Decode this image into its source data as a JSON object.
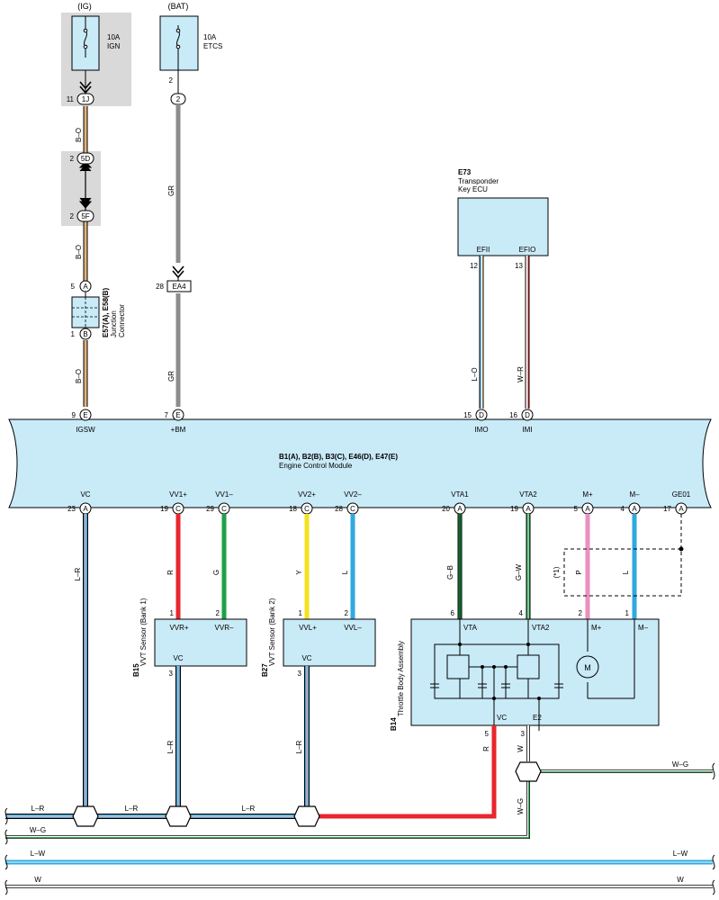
{
  "fuses": {
    "ig": {
      "source": "(IG)",
      "amp": "10A",
      "name": "IGN",
      "pin": "11",
      "conn": "1J"
    },
    "bat": {
      "source": "(BAT)",
      "amp": "10A",
      "name": "ETCS",
      "pin": "2",
      "conn": "2"
    }
  },
  "ig_path": {
    "c5d_pin": "2",
    "c5d": "5D",
    "c5f_pin": "2",
    "c5f": "5F",
    "wire1": "B–O",
    "wire2": "B–O",
    "wire3": "B–O",
    "jc_top_pin": "5",
    "jc_top": "A",
    "jc_bot_pin": "1",
    "jc_bot": "B",
    "jc_code": "E57(A), E58(B)",
    "jc_name1": "Junction",
    "jc_name2": "Connector",
    "ecm_pin": "9",
    "ecm_conn": "E",
    "ecm_label": "IGSW"
  },
  "bat_path": {
    "wire1": "GR",
    "wire2": "GR",
    "ea4_pin": "28",
    "ea4": "EA4",
    "ecm_pin": "7",
    "ecm_conn": "E",
    "ecm_label": "+BM"
  },
  "e73": {
    "code": "E73",
    "name1": "Transponder",
    "name2": "Key ECU",
    "efii": "EFII",
    "efio": "EFIO",
    "efii_pin": "12",
    "efio_pin": "13",
    "wire_lo": "L–O",
    "wire_wr": "W–R",
    "imo_pin": "15",
    "imo_conn": "D",
    "imo": "IMO",
    "imi_pin": "16",
    "imi_conn": "D",
    "imi": "IMI"
  },
  "ecm": {
    "codes": "B1(A), B2(B), B3(C), E46(D), E47(E)",
    "name": "Engine Control Module"
  },
  "ecm_bottom": [
    {
      "label": "VC",
      "pin": "23",
      "conn": "A"
    },
    {
      "label": "VV1+",
      "pin": "19",
      "conn": "C"
    },
    {
      "label": "VV1–",
      "pin": "29",
      "conn": "C"
    },
    {
      "label": "VV2+",
      "pin": "18",
      "conn": "C"
    },
    {
      "label": "VV2–",
      "pin": "28",
      "conn": "C"
    },
    {
      "label": "VTA1",
      "pin": "20",
      "conn": "A"
    },
    {
      "label": "VTA2",
      "pin": "19",
      "conn": "A"
    },
    {
      "label": "M+",
      "pin": "5",
      "conn": "A"
    },
    {
      "label": "M–",
      "pin": "4",
      "conn": "A"
    },
    {
      "label": "GE01",
      "pin": "17",
      "conn": "A"
    }
  ],
  "wire_colors": {
    "vc": "L–R",
    "vv1p": "R",
    "vv1m": "G",
    "vv2p": "Y",
    "vv2m": "L",
    "vta1": "G–B",
    "vta2": "G–W",
    "mp": "P",
    "mm": "L",
    "shield": "(*1)"
  },
  "b15": {
    "code": "B15",
    "name": "VVT Sensor (Bank 1)",
    "p1": "1",
    "p2": "2",
    "vvrp": "VVR+",
    "vvrm": "VVR–",
    "vc": "VC",
    "p3": "3",
    "wire": "L–R"
  },
  "b27": {
    "code": "B27",
    "name": "VVT Sensor (Bank 2)",
    "p1": "1",
    "p2": "2",
    "vvlp": "VVL+",
    "vvlm": "VVL–",
    "vc": "VC",
    "p3": "3",
    "wire": "L–R"
  },
  "b14": {
    "code": "B14",
    "name": "Throttle Body Assembly",
    "p6": "6",
    "p4": "4",
    "p2": "2",
    "p1": "1",
    "vta": "VTA",
    "vta2": "VTA2",
    "mp": "M+",
    "mm": "M–",
    "motor": "M",
    "vc": "VC",
    "e2": "E2",
    "p5": "5",
    "p3": "3",
    "wire_r": "R",
    "wire_w": "W",
    "wire_wg": "W–G",
    "wire_wg2": "W–G"
  },
  "buses": {
    "lr1": "L–R",
    "lr2": "L–R",
    "lr3": "L–R",
    "wg": "W–G",
    "lw_left": "L–W",
    "lw_right": "L–W",
    "w_left": "W",
    "w_right": "W"
  },
  "colors": {
    "fill": "#c9eaf7",
    "shade": "#d9d9d9",
    "b_o": "#e3b47c",
    "gr": "#8c8c8c",
    "blue": "#2fa9df",
    "red": "#e8262d",
    "green": "#1fa14a",
    "yellow": "#f5e11c",
    "pink": "#ec8fc0"
  }
}
